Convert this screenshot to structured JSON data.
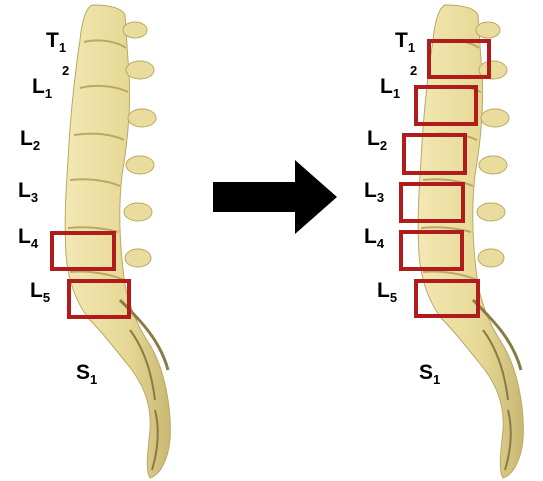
{
  "left_panel": {
    "labels": {
      "t1": {
        "letter": "T",
        "sub": "1"
      },
      "l1": {
        "letter": "L",
        "sub": "1"
      },
      "l2": {
        "letter": "L",
        "sub": "2"
      },
      "l3": {
        "letter": "L",
        "sub": "3"
      },
      "l4": {
        "letter": "L",
        "sub": "4"
      },
      "l5": {
        "letter": "L",
        "sub": "5"
      },
      "s1": {
        "letter": "S",
        "sub": "1"
      }
    },
    "superscript": "2",
    "highlighted_levels": [
      "L4",
      "L5"
    ]
  },
  "right_panel": {
    "labels": {
      "t1": {
        "letter": "T",
        "sub": "1"
      },
      "l1": {
        "letter": "L",
        "sub": "1"
      },
      "l2": {
        "letter": "L",
        "sub": "2"
      },
      "l3": {
        "letter": "L",
        "sub": "3"
      },
      "l4": {
        "letter": "L",
        "sub": "4"
      },
      "l5": {
        "letter": "L",
        "sub": "5"
      },
      "s1": {
        "letter": "S",
        "sub": "1"
      }
    },
    "superscript": "2",
    "highlighted_levels": [
      "T12",
      "L1",
      "L2",
      "L3",
      "L4",
      "L5"
    ]
  },
  "colors": {
    "highlight_box": "#b01c1c",
    "bone": "#eee2a6",
    "bone_shadow": "#c9b978",
    "arrow": "#000000"
  },
  "icons": {
    "arrow": "right-arrow-icon",
    "spine": "lumbar-spine-illustration"
  }
}
